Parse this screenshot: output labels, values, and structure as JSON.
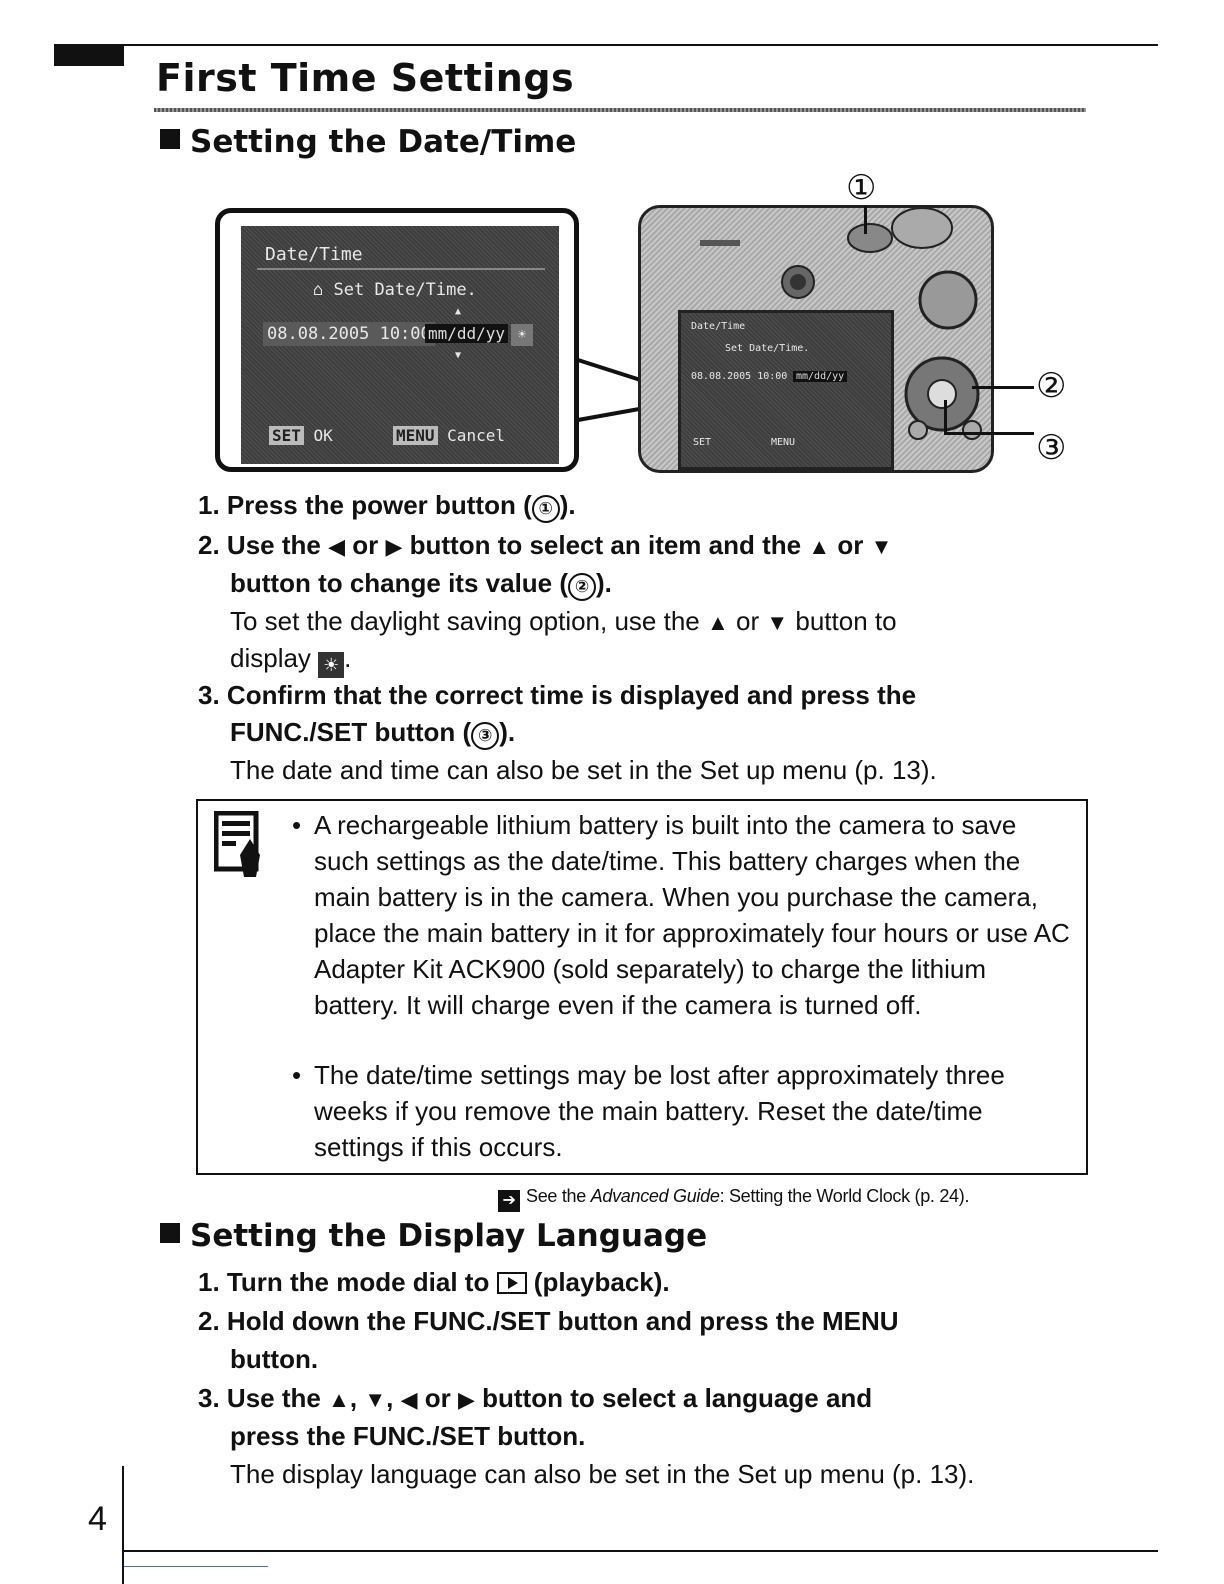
{
  "page": {
    "title": "First Time Settings",
    "page_number": "4"
  },
  "section1": {
    "heading": "Setting the Date/Time",
    "lcd": {
      "header": "Date/Time",
      "subtitle": "Set Date/Time.",
      "datetime": "08.08.2005 10:00",
      "format": "mm/dd/yy",
      "set_label": "SET",
      "ok_label": "OK",
      "menu_label": "MENU",
      "cancel_label": "Cancel"
    },
    "callouts": {
      "c1": "①",
      "c2": "②",
      "c3": "③"
    },
    "steps": {
      "s1_num": "1.",
      "s1_text": "Press the power button (",
      "s1_end": ").",
      "s2_num": "2.",
      "s2_text_a": "Use the",
      "s2_or1": "or",
      "s2_text_b": "button to select an item and the",
      "s2_or2": "or",
      "s2_line2": "button to change its value (",
      "s2_end": ").",
      "s2_note_a": "To set the daylight saving option, use the",
      "s2_note_or": "or",
      "s2_note_b": "button to",
      "s2_note_c": "display",
      "s3_num": "3.",
      "s3_line1": "Confirm that the correct time is displayed and press the",
      "s3_line2": "FUNC./SET button (",
      "s3_end": ").",
      "s3_note": "The date and time can also be set in the Set up menu (p. 13)."
    },
    "notes": [
      "A rechargeable lithium battery is built into the camera to save such settings as the date/time. This battery charges when the main battery is in the camera. When you purchase the camera, place the main battery in it for approximately four hours or use AC Adapter Kit ACK900 (sold separately) to charge the lithium battery. It will charge even if the camera is turned off.",
      "The date/time settings may be lost after approximately three weeks if you remove the main battery. Reset the date/time settings if this occurs."
    ],
    "reference": {
      "prefix": "See the",
      "guide": "Advanced Guide",
      "suffix": ": Setting the World Clock (p. 24)."
    }
  },
  "section2": {
    "heading": "Setting the Display Language",
    "steps": {
      "s1_num": "1.",
      "s1_text": "Turn the mode dial to",
      "s1_end": "(playback).",
      "s2_num": "2.",
      "s2_line1": "Hold down the FUNC./SET button and press the MENU",
      "s2_line2": "button.",
      "s3_num": "3.",
      "s3_text_a": "Use the",
      "s3_comma": ",",
      "s3_or": "or",
      "s3_text_b": "button to select a language and",
      "s3_line2": "press the FUNC./SET button.",
      "s3_note": "The display language can also be set in the Set up menu (p. 13)."
    }
  }
}
